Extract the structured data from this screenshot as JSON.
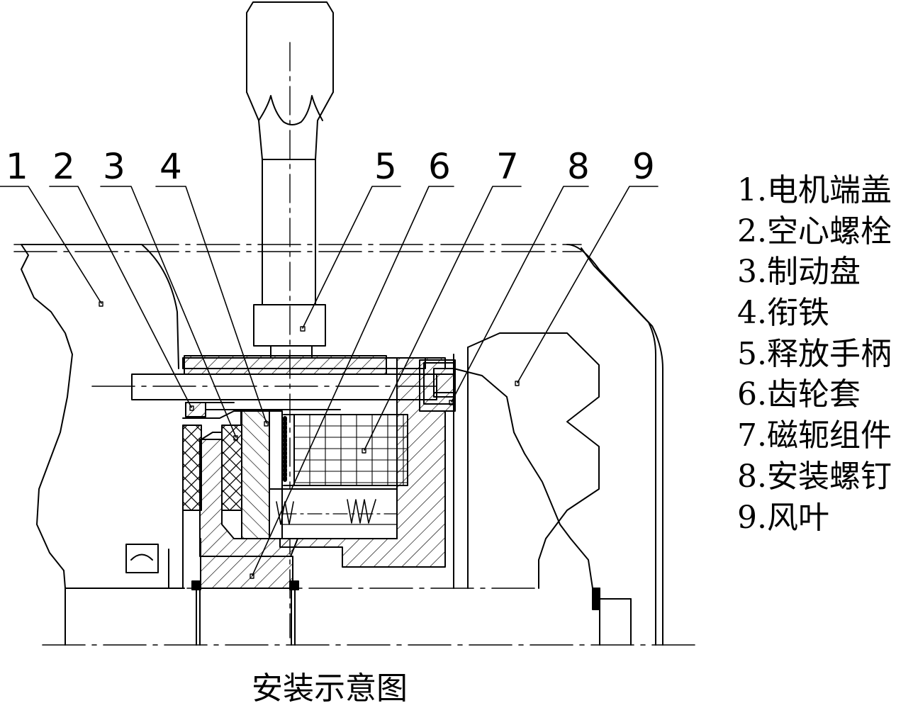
{
  "callouts": [
    {
      "num": "1"
    },
    {
      "num": "2"
    },
    {
      "num": "3"
    },
    {
      "num": "4"
    },
    {
      "num": "5"
    },
    {
      "num": "6"
    },
    {
      "num": "7"
    },
    {
      "num": "8"
    },
    {
      "num": "9"
    }
  ],
  "legend": [
    "1.电机端盖",
    "2.空心螺栓",
    "3.制动盘",
    "4.衔铁",
    "5.释放手柄",
    "6.齿轮套",
    "7.磁轭组件",
    "8.安装螺钉",
    "9.风叶"
  ],
  "caption": "安装示意图",
  "colors": {
    "ink": "#000000",
    "paper": "#ffffff"
  }
}
